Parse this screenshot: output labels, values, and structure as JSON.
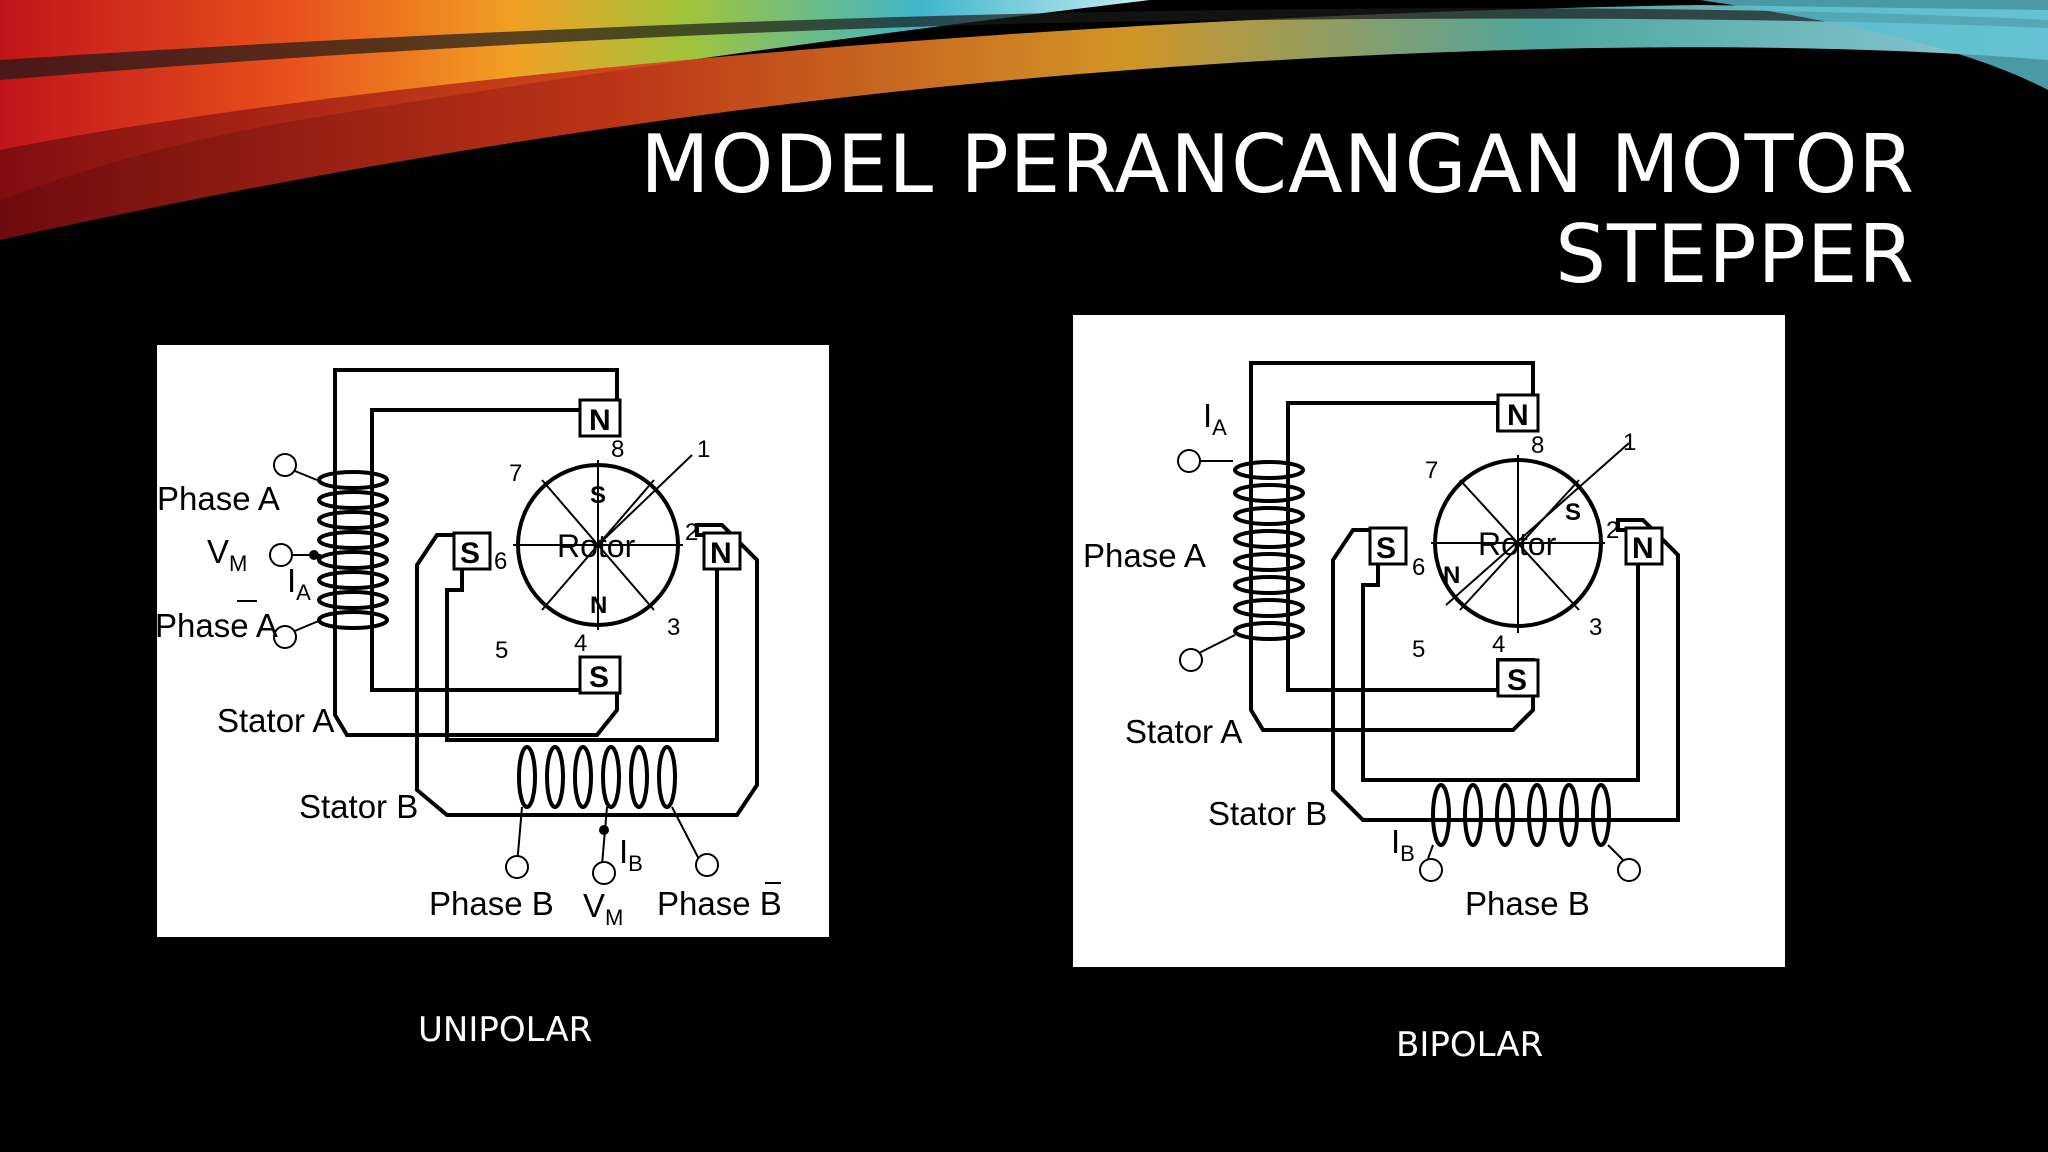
{
  "slide": {
    "title_line1": "MODEL PERANCANGAN MOTOR",
    "title_line2": "STEPPER"
  },
  "unipolar": {
    "caption": "UNIPOLAR",
    "labels": {
      "phase_a": "Phase A",
      "vm_main": "V",
      "vm_sub": "M",
      "ia_main": "I",
      "ia_sub": "A",
      "phase_a_bar": "Phase A",
      "stator_a": "Stator A",
      "stator_b": "Stator B",
      "phase_b": "Phase B",
      "vm2_main": "V",
      "vm2_sub": "M",
      "ib_main": "I",
      "ib_sub": "B",
      "phase_b_bar": "Phase B",
      "rotor": "Rotor",
      "pole_n_top": "N",
      "pole_s_bottom": "S",
      "pole_s_left": "S",
      "pole_n_right": "N",
      "rotor_s": "S",
      "rotor_n": "N",
      "pos_1": "1",
      "pos_2": "2",
      "pos_3": "3",
      "pos_4": "4",
      "pos_5": "5",
      "pos_6": "6",
      "pos_7": "7",
      "pos_8": "8"
    }
  },
  "bipolar": {
    "caption": "BIPOLAR",
    "labels": {
      "ia_main": "I",
      "ia_sub": "A",
      "phase_a": "Phase A",
      "stator_a": "Stator A",
      "stator_b": "Stator B",
      "ib_main": "I",
      "ib_sub": "B",
      "phase_b": "Phase B",
      "rotor": "Rotor",
      "pole_n_top": "N",
      "pole_s_bottom": "S",
      "pole_s_left": "S",
      "pole_n_right": "N",
      "rotor_s": "S",
      "rotor_n": "N",
      "pos_1": "1",
      "pos_2": "2",
      "pos_3": "3",
      "pos_4": "4",
      "pos_5": "5",
      "pos_6": "6",
      "pos_7": "7",
      "pos_8": "8"
    }
  },
  "colors": {
    "background": "#000000",
    "text": "#ffffff",
    "panel": "#ffffff"
  }
}
